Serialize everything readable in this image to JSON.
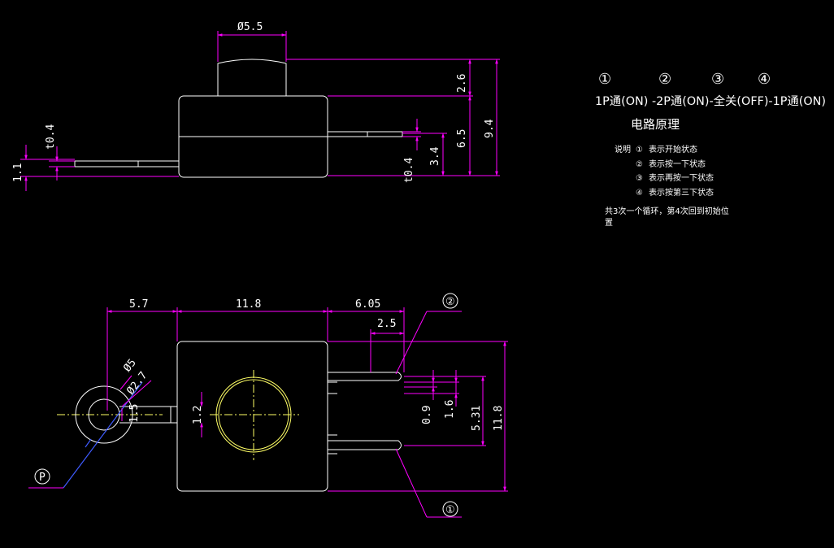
{
  "top_view": {
    "dims": {
      "cap_dia": "Ø5.5",
      "cap_h": "2.6",
      "body_h": "6.5",
      "total_h": "9.4",
      "pin_off": "3.4",
      "pin_t_right": "t0.4",
      "pin_t_left": "t0.4",
      "pin_left_h": "1.1"
    }
  },
  "bottom_view": {
    "dims": {
      "d_5_7": "5.7",
      "d_11_8": "11.8",
      "d_6_05": "6.05",
      "d_2_5": "2.5",
      "d_0_9": "0.9",
      "d_1_6": "1.6",
      "d_5_31": "5.31",
      "d_11_8v": "11.8",
      "d_1_5": "1.5",
      "d_1_2": "1.2",
      "d_phi5": "Ø5",
      "d_phi27": "Ø2.7"
    },
    "callouts": {
      "pin2": "②",
      "pin1": "①",
      "p": "P"
    }
  },
  "legend": {
    "numbers": [
      "①",
      "②",
      "③",
      "④"
    ],
    "sequence": "1P通(ON) -2P通(ON)-全关(OFF)-1P通(ON)",
    "title": "电路原理",
    "notes_label": "说明",
    "notes": [
      "表示开始状态",
      "表示按一下状态",
      "表示再按一下状态",
      "表示按第三下状态"
    ],
    "note_marks": [
      "①",
      "②",
      "③",
      "④"
    ],
    "cycle_line1": "共3次一个循环，第4次回到初始位",
    "cycle_line2": "置"
  },
  "colors": {
    "background": "#000000",
    "dimension": "#ff00ff",
    "outline": "#ffffff",
    "centerline": "#ffff66",
    "leader": "#3f5bff"
  }
}
